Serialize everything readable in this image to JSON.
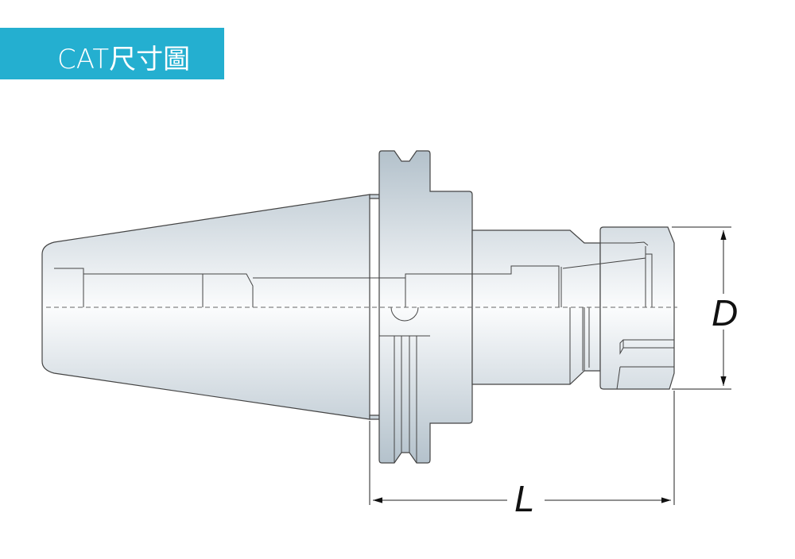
{
  "header": {
    "title": "CAT尺寸圖"
  },
  "dimensions": {
    "diameter_label": "D",
    "length_label": "L"
  },
  "colors": {
    "header_bg": "#24afd0",
    "body_edge": "#b3c1cb",
    "body_center": "#fbfcfd",
    "line": "#444444"
  }
}
